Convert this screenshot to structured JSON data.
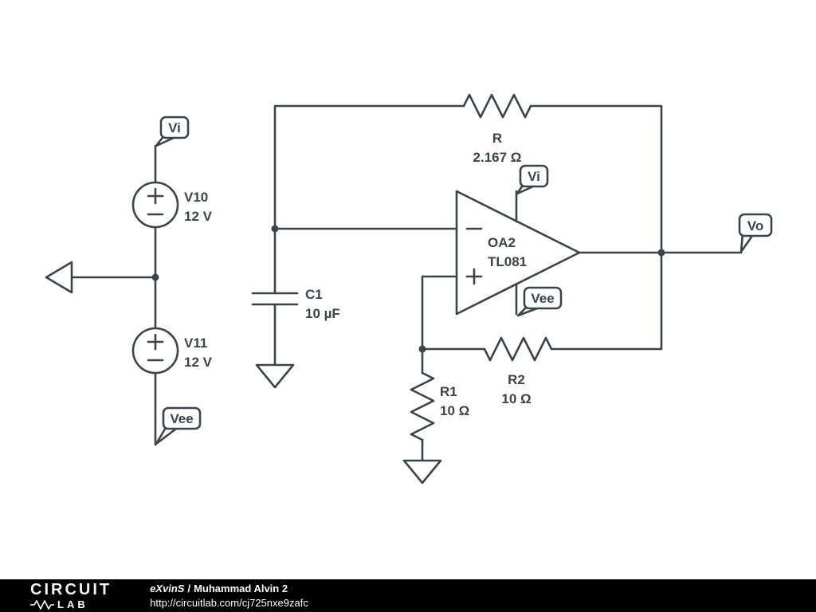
{
  "colors": {
    "schematic": "#3a454b",
    "footer_bg": "#000000",
    "footer_text": "#ffffff"
  },
  "canvas": {
    "flags": {
      "vi_source": {
        "label": "Vi"
      },
      "vee_source": {
        "label": "Vee"
      },
      "vi_opamp": {
        "label": "Vi"
      },
      "vee_opamp": {
        "label": "Vee"
      },
      "vo_output": {
        "label": "Vo"
      }
    },
    "components": {
      "v10": {
        "name": "V10",
        "value": "12 V"
      },
      "v11": {
        "name": "V11",
        "value": "12 V"
      },
      "r": {
        "name": "R",
        "value": "2.167 Ω"
      },
      "c1": {
        "name": "C1",
        "value": "10 µF"
      },
      "oa2": {
        "name": "OA2",
        "model": "TL081"
      },
      "r2": {
        "name": "R2",
        "value": "10 Ω"
      },
      "r1": {
        "name": "R1",
        "value": "10 Ω"
      }
    }
  },
  "footer": {
    "logo_top": "CIRCUIT",
    "logo_bottom": "LAB",
    "author": "eXvinS",
    "separator": "/",
    "title": "Muhammad Alvin 2",
    "url": "http://circuitlab.com/cj725nxe9zafc"
  }
}
